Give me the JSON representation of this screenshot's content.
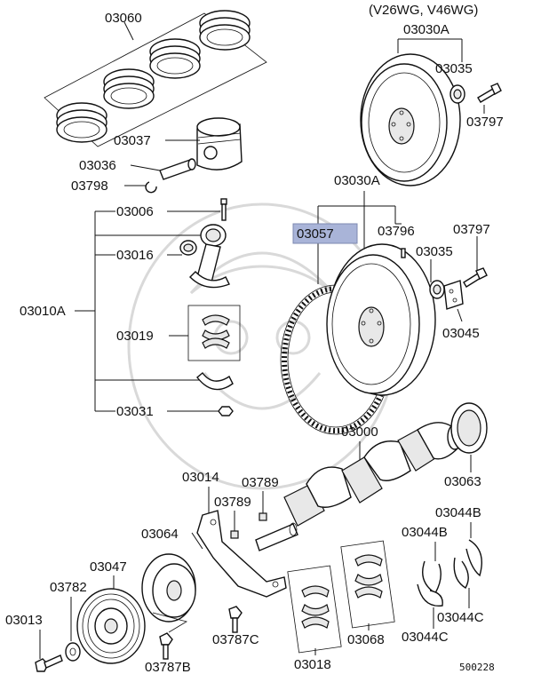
{
  "header": {
    "variants": "(V26WG, V46WG)"
  },
  "footer": {
    "code": "500228"
  },
  "labels": {
    "l03060": "03060",
    "l03030A_top": "03030A",
    "l03035_top": "03035",
    "l03797_top": "03797",
    "l03037": "03037",
    "l03036": "03036",
    "l03798": "03798",
    "l03030A_mid": "03030A",
    "l03006": "03006",
    "l03057": "03057",
    "l03796": "03796",
    "l03797_mid": "03797",
    "l03016": "03016",
    "l03035_mid": "03035",
    "l03010A": "03010A",
    "l03019": "03019",
    "l03045": "03045",
    "l03031": "03031",
    "l03000": "03000",
    "l03063": "03063",
    "l03014": "03014",
    "l03789a": "03789",
    "l03789b": "03789",
    "l03044B_a": "03044B",
    "l03064": "03064",
    "l03044B_b": "03044B",
    "l03047": "03047",
    "l03782": "03782",
    "l03013": "03013",
    "l03787C": "03787C",
    "l03018": "03018",
    "l03068": "03068",
    "l03044C_a": "03044C",
    "l03044C_b": "03044C",
    "l03787B": "03787B"
  },
  "highlight": {
    "color": "#a9b4d8",
    "label_key": "l03057"
  }
}
